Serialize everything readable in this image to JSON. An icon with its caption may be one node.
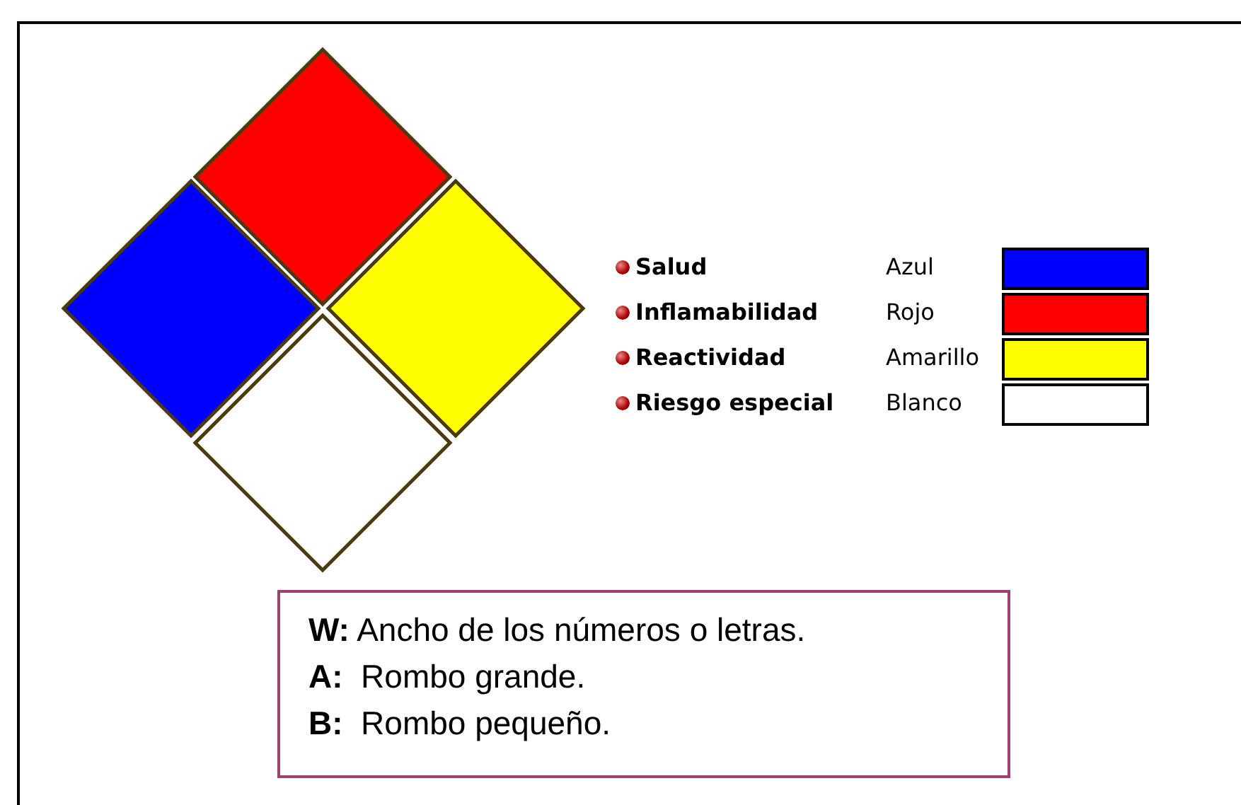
{
  "diagram": {
    "nodes": [
      {
        "text": [
          "**W:** Ancho de los números o letras.",
          "**A:**  Rombo grande.",
          "**B:**  Rombo pequeño."
        ]
      }
    ],
    "labels": [
      "Azul",
      "Rojo",
      "Amarillo",
      "Blanco"
    ],
    "legend": [
      {
        "text": "Salud",
        "color": "#0000ff"
      },
      {
        "text": "Inflamabilidad",
        "color": "#ff0000"
      },
      {
        "text": "Reactividad",
        "color": "#ffff00"
      },
      {
        "text": "Riesgo especial",
        "color": "#ffffff"
      }
    ]
  }
}
